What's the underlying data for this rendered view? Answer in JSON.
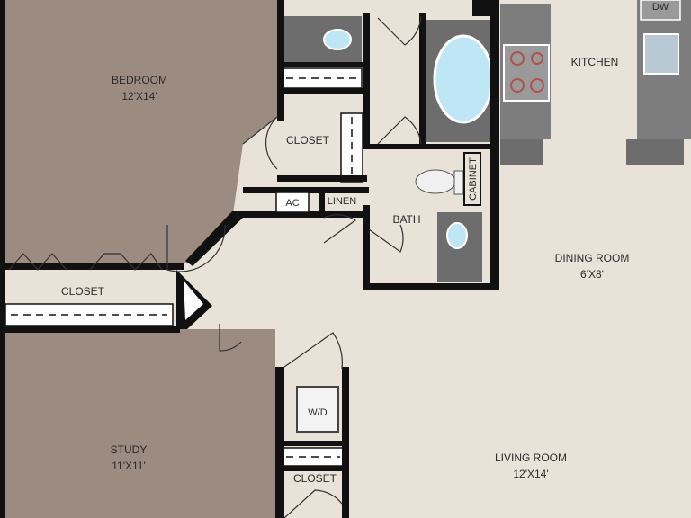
{
  "rooms": {
    "bedroom": {
      "name": "BEDROOM",
      "size": "12'X14'"
    },
    "kitchen": {
      "name": "KITCHEN"
    },
    "dining": {
      "name": "DINING ROOM",
      "size": "6'X8'"
    },
    "living": {
      "name": "LIVING ROOM",
      "size": "12'X14'"
    },
    "study": {
      "name": "STUDY",
      "size": "11'X11'"
    },
    "bath": {
      "name": "BATH"
    },
    "closet_upper": {
      "name": "CLOSET"
    },
    "closet_bedroom": {
      "name": "CLOSET"
    },
    "closet_lower": {
      "name": "CLOSET"
    },
    "linen": {
      "name": "LINEN"
    },
    "ac": {
      "name": "AC"
    },
    "cabinet": {
      "name": "CABINET"
    },
    "wd": {
      "name": "W/D"
    },
    "dw": {
      "name": "DW"
    }
  },
  "colors": {
    "carpet": "#9b8b80",
    "floor": "#e8e2d8",
    "wall": "#111111",
    "counter": "#7d7d7d",
    "water": "#bfe6f5",
    "white": "#ffffff"
  }
}
